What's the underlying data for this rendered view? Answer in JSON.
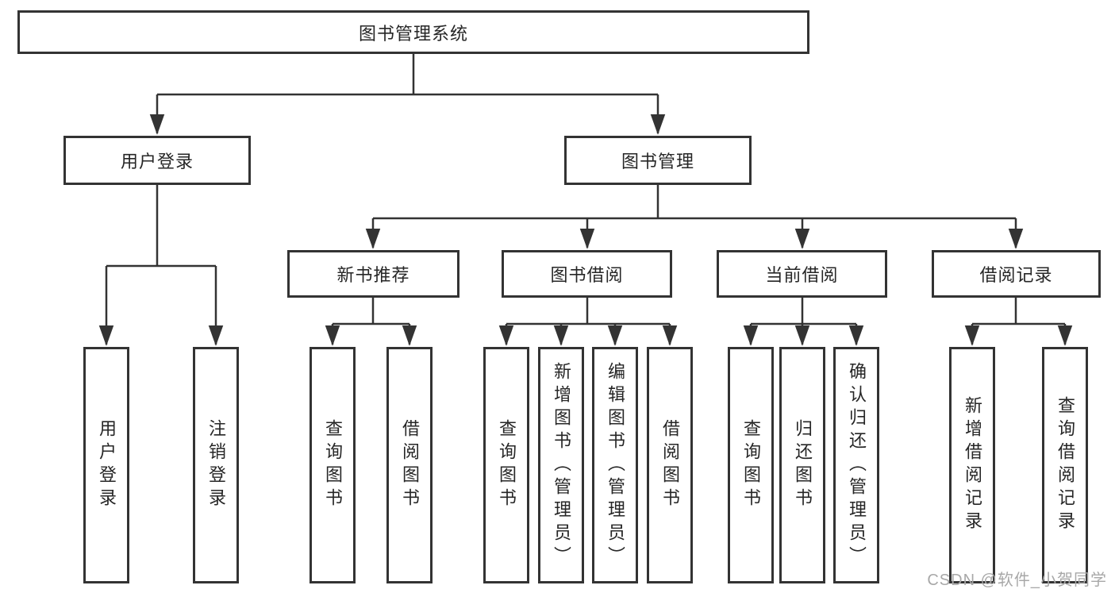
{
  "diagram": {
    "title": "图书管理系统",
    "branches": [
      {
        "label": "用户登录",
        "children": [
          "用户登录",
          "注销登录"
        ]
      },
      {
        "label": "图书管理",
        "sections": [
          {
            "label": "新书推荐",
            "children": [
              "查询图书",
              "借阅图书"
            ]
          },
          {
            "label": "图书借阅",
            "children": [
              "查询图书",
              "新增图书（管理员）",
              "编辑图书（管理员）",
              "借阅图书"
            ]
          },
          {
            "label": "当前借阅",
            "children": [
              "查询图书",
              "归还图书",
              "确认归还（管理员）"
            ]
          },
          {
            "label": "借阅记录",
            "children": [
              "新增借阅记录",
              "查询借阅记录"
            ]
          }
        ]
      }
    ]
  },
  "colors": {
    "line": "#333333",
    "text": "#262626",
    "background": "#ffffff",
    "watermark": "#a8a8a8"
  },
  "watermark": {
    "text": "CSDN @软件_小贺同学"
  }
}
